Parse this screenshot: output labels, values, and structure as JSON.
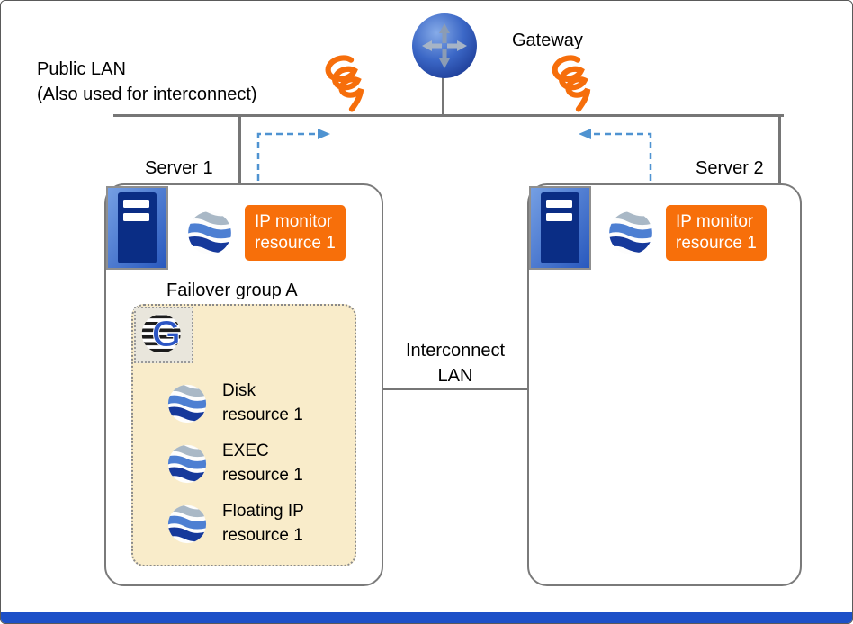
{
  "network": {
    "gateway_label": "Gateway",
    "public_lan_line1": "Public LAN",
    "public_lan_line2": "(Also used for interconnect)",
    "interconnect_line1": "Interconnect",
    "interconnect_line2": "LAN"
  },
  "servers": [
    {
      "name": "Server 1",
      "ip_monitor": {
        "line1": "IP monitor",
        "line2": "resource 1"
      }
    },
    {
      "name": "Server 2",
      "ip_monitor": {
        "line1": "IP monitor",
        "line2": "resource 1"
      }
    }
  ],
  "failover_group": {
    "title": "Failover group A",
    "group_letter": "G",
    "resources": [
      {
        "line1": "Disk",
        "line2": "resource 1"
      },
      {
        "line1": "EXEC",
        "line2": "resource 1"
      },
      {
        "line1": "Floating IP",
        "line2": "resource 1"
      }
    ]
  },
  "colors": {
    "accent_orange": "#F76F0A",
    "arrow_blue": "#4F93D1",
    "line_gray": "#767676",
    "group_fill": "#F9ECCA",
    "footer_blue": "#1D50C8"
  }
}
